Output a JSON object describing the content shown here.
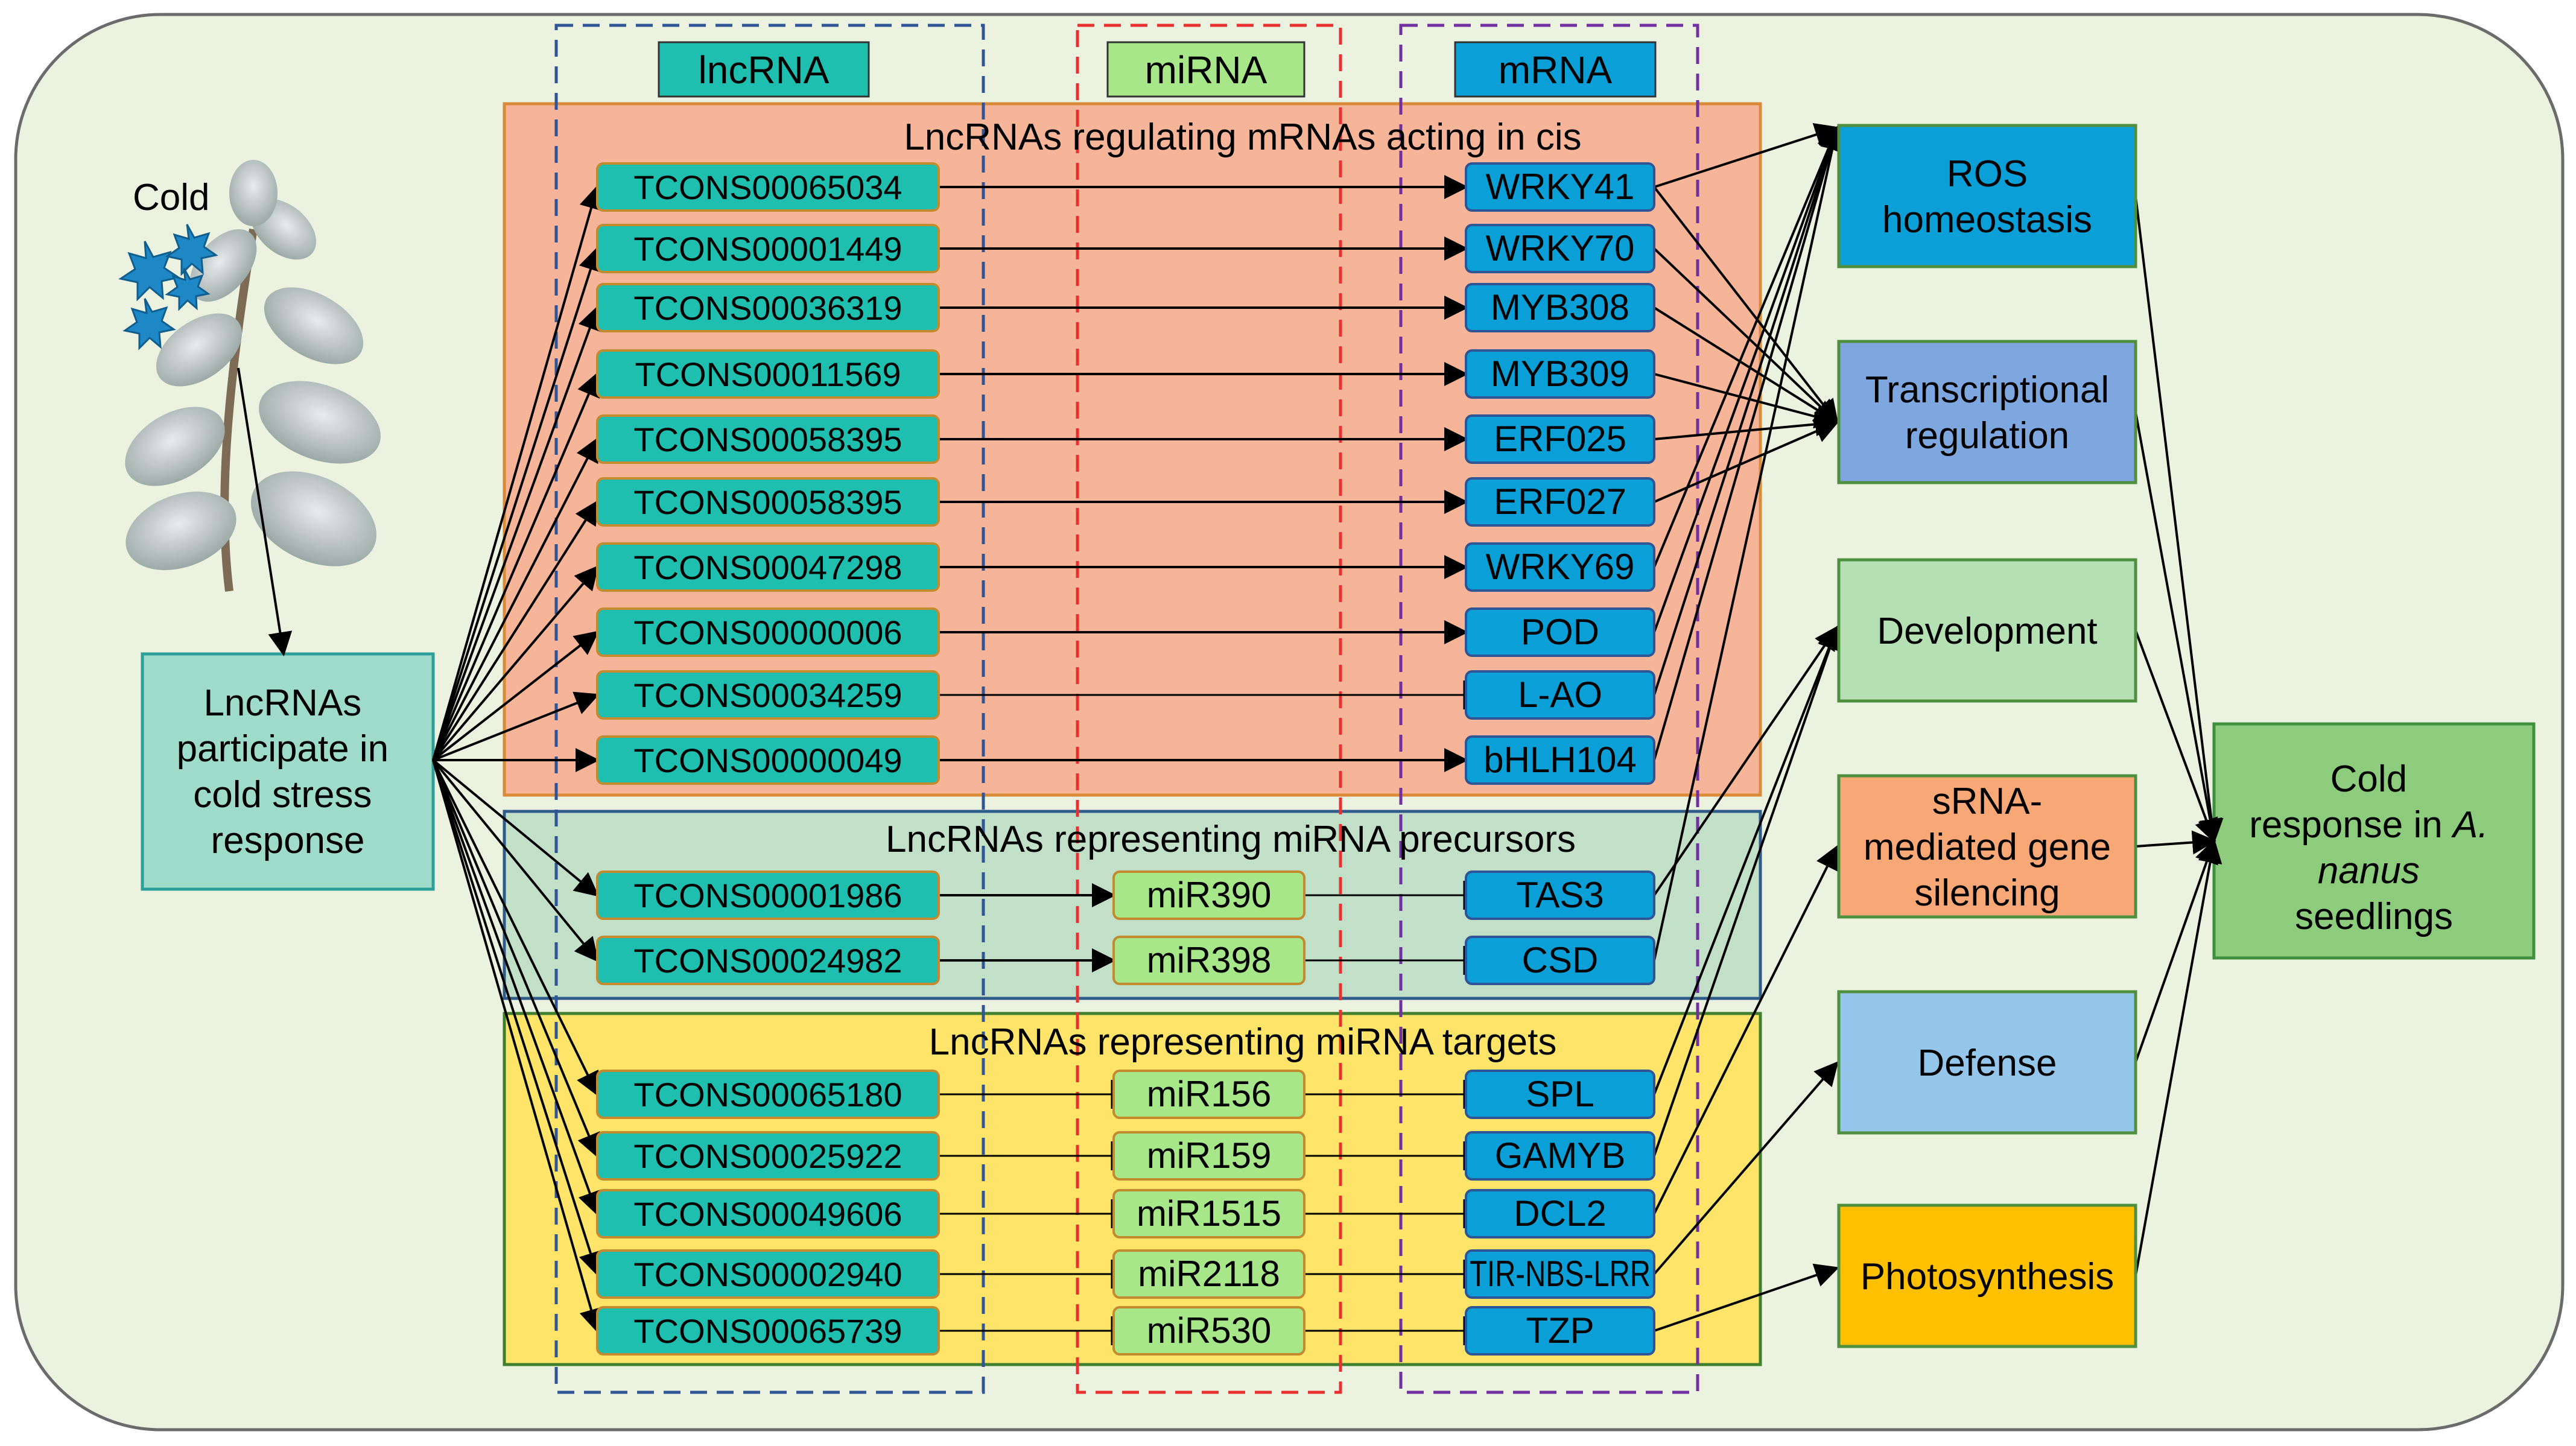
{
  "headers": {
    "lncrna": "lncRNA",
    "mirna": "miRNA",
    "mrna": "mRNA"
  },
  "sections": {
    "cis": "LncRNAs regulating mRNAs acting in cis",
    "precursors": "LncRNAs representing miRNA precursors",
    "targets": "LncRNAs representing miRNA targets"
  },
  "cold_label": "Cold",
  "source_box": [
    "LncRNAs",
    "participate in",
    "cold stress",
    "response"
  ],
  "cis_rows": [
    {
      "lnc": "TCONS00065034",
      "mrna": "WRKY41"
    },
    {
      "lnc": "TCONS00001449",
      "mrna": "WRKY70"
    },
    {
      "lnc": "TCONS00036319",
      "mrna": "MYB308"
    },
    {
      "lnc": "TCONS00011569",
      "mrna": "MYB309"
    },
    {
      "lnc": "TCONS00058395",
      "mrna": "ERF025"
    },
    {
      "lnc": "TCONS00058395",
      "mrna": "ERF027"
    },
    {
      "lnc": "TCONS00047298",
      "mrna": "WRKY69"
    },
    {
      "lnc": "TCONS00000006",
      "mrna": "POD"
    },
    {
      "lnc": "TCONS00034259",
      "mrna": "L-AO"
    },
    {
      "lnc": "TCONS00000049",
      "mrna": "bHLH104"
    }
  ],
  "precursor_rows": [
    {
      "lnc": "TCONS00001986",
      "mir": "miR390",
      "mrna": "TAS3"
    },
    {
      "lnc": "TCONS00024982",
      "mir": "miR398",
      "mrna": "CSD"
    }
  ],
  "target_rows": [
    {
      "lnc": "TCONS00065180",
      "mir": "miR156",
      "mrna": "SPL"
    },
    {
      "lnc": "TCONS00025922",
      "mir": "miR159",
      "mrna": "GAMYB"
    },
    {
      "lnc": "TCONS00049606",
      "mir": "miR1515",
      "mrna": "DCL2"
    },
    {
      "lnc": "TCONS00002940",
      "mir": "miR2118",
      "mrna": "TIR-NBS-LRR"
    },
    {
      "lnc": "TCONS00065739",
      "mir": "miR530",
      "mrna": "TZP"
    }
  ],
  "categories": [
    {
      "lines": [
        "ROS",
        "homeostasis"
      ],
      "color": "#0A9FD6"
    },
    {
      "lines": [
        "Transcriptional",
        "regulation"
      ],
      "color": "#7EA7DF"
    },
    {
      "lines": [
        "Development"
      ],
      "color": "#B5E0B4"
    },
    {
      "lines": [
        "sRNA-",
        "mediated gene",
        "silencing"
      ],
      "color": "#F8A877"
    },
    {
      "lines": [
        "Defense"
      ],
      "color": "#93C6EA"
    },
    {
      "lines": [
        "Photosynthesis"
      ],
      "color": "#FFC000"
    }
  ],
  "final_box": {
    "line1": "Cold",
    "line2": "response in ",
    "line2_italic": "A.",
    "line3_italic": "nanus",
    "line4": "seedlings"
  },
  "colors": {
    "background": "#EBF2DF",
    "cis_panel": "#F6B598",
    "precursor_panel": "#C2DFC7",
    "target_panel": "#FEE56A",
    "lncrna_node": "#1FBFAF",
    "mirna_node": "#A8E68A",
    "mrna_node": "#0A9FD6",
    "source_box": "#9FDBC9",
    "final_box": "#8DCC7C"
  }
}
